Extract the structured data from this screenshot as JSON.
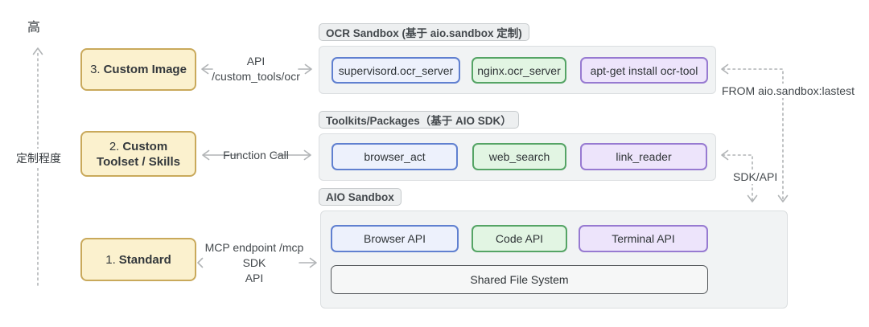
{
  "axis": {
    "high_label": "高",
    "side_label": "定制程度"
  },
  "levels": [
    {
      "prefix": "3.",
      "name": "Custom Image"
    },
    {
      "prefix": "2.",
      "name": "Custom Toolset / Skills"
    },
    {
      "prefix": "1.",
      "name": "Standard"
    }
  ],
  "connectors": {
    "custom_image": {
      "line1": "API",
      "line2": "/custom_tools/ocr"
    },
    "custom_toolset": {
      "line1": "Function Call"
    },
    "standard": {
      "line1": "MCP endpoint /mcp",
      "line2": "SDK",
      "line3": "API"
    }
  },
  "panels": {
    "ocr": {
      "tag": "OCR Sandbox (基于 aio.sandbox 定制)",
      "boxes": [
        {
          "label": "supervisord.ocr_server",
          "color": "blue"
        },
        {
          "label": "nginx.ocr_server",
          "color": "green"
        },
        {
          "label": "apt-get install ocr-tool",
          "color": "purple"
        }
      ]
    },
    "toolkits": {
      "tag": "Toolkits/Packages（基于 AIO SDK）",
      "boxes": [
        {
          "label": "browser_act",
          "color": "blue"
        },
        {
          "label": "web_search",
          "color": "green"
        },
        {
          "label": "link_reader",
          "color": "purple"
        }
      ]
    },
    "aio": {
      "tag": "AIO Sandbox",
      "boxes": [
        {
          "label": "Browser API",
          "color": "blue"
        },
        {
          "label": "Code API",
          "color": "green"
        },
        {
          "label": "Terminal API",
          "color": "purple"
        }
      ],
      "shared_box": "Shared File System"
    }
  },
  "annotations": {
    "from_image": "FROM aio.sandbox:lastest",
    "sdk_api": "SDK/API"
  },
  "colors": {
    "yellow_fill": "#FBF1CE",
    "yellow_border": "#C9A95B",
    "blue_fill": "#EDF1FC",
    "blue_border": "#6080D0",
    "green_fill": "#E2F5E3",
    "green_border": "#55A465",
    "purple_fill": "#EDE4FB",
    "purple_border": "#977AD1",
    "panel_fill": "#F1F3F4",
    "panel_border": "#DBDEE0",
    "tag_fill": "#EDEFF0",
    "tag_border": "#C6CACC",
    "shared_fill": "#F6F7F7",
    "shared_border": "#54585B",
    "arrow": "#B1B4B6",
    "text": "#33383C"
  }
}
